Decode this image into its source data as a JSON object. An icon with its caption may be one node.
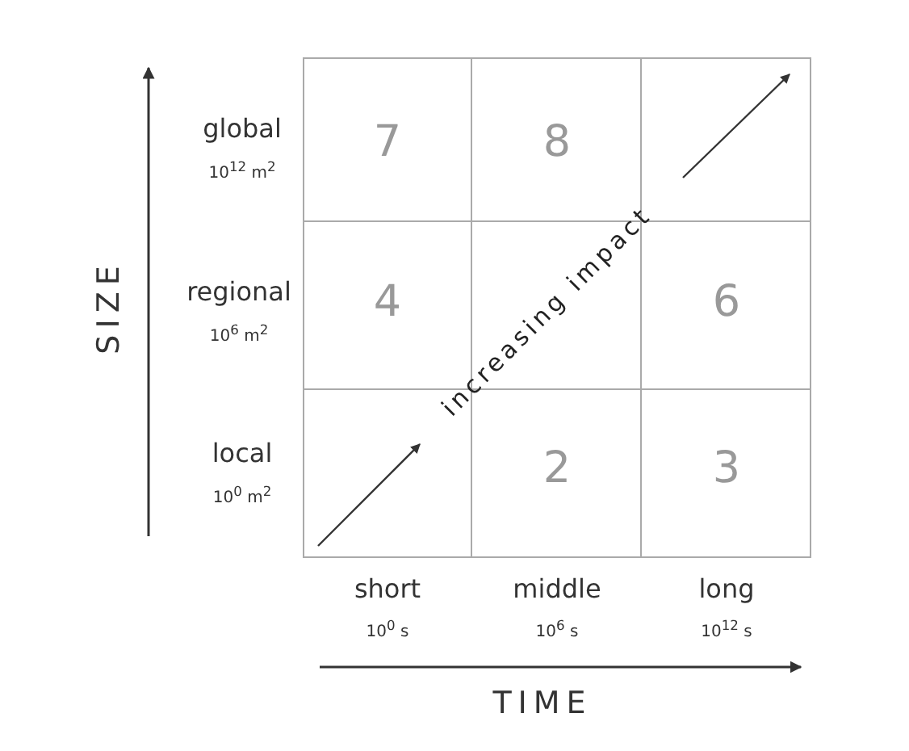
{
  "diagram": {
    "labels": [
      "SIZE",
      "global",
      "10$^{12}$ m$^{2}$",
      "7",
      "8",
      "regional",
      "10$^{6}$ m$^{2}$",
      "4",
      "6",
      "local",
      "10$^{0}$ m$^{2}$",
      "2",
      "3",
      "short",
      "10$^{0}$ s",
      "middle",
      "10$^{6}$ s",
      "long",
      "10$^{12}$ s",
      "TIME",
      "increasing impact"
    ]
  }
}
